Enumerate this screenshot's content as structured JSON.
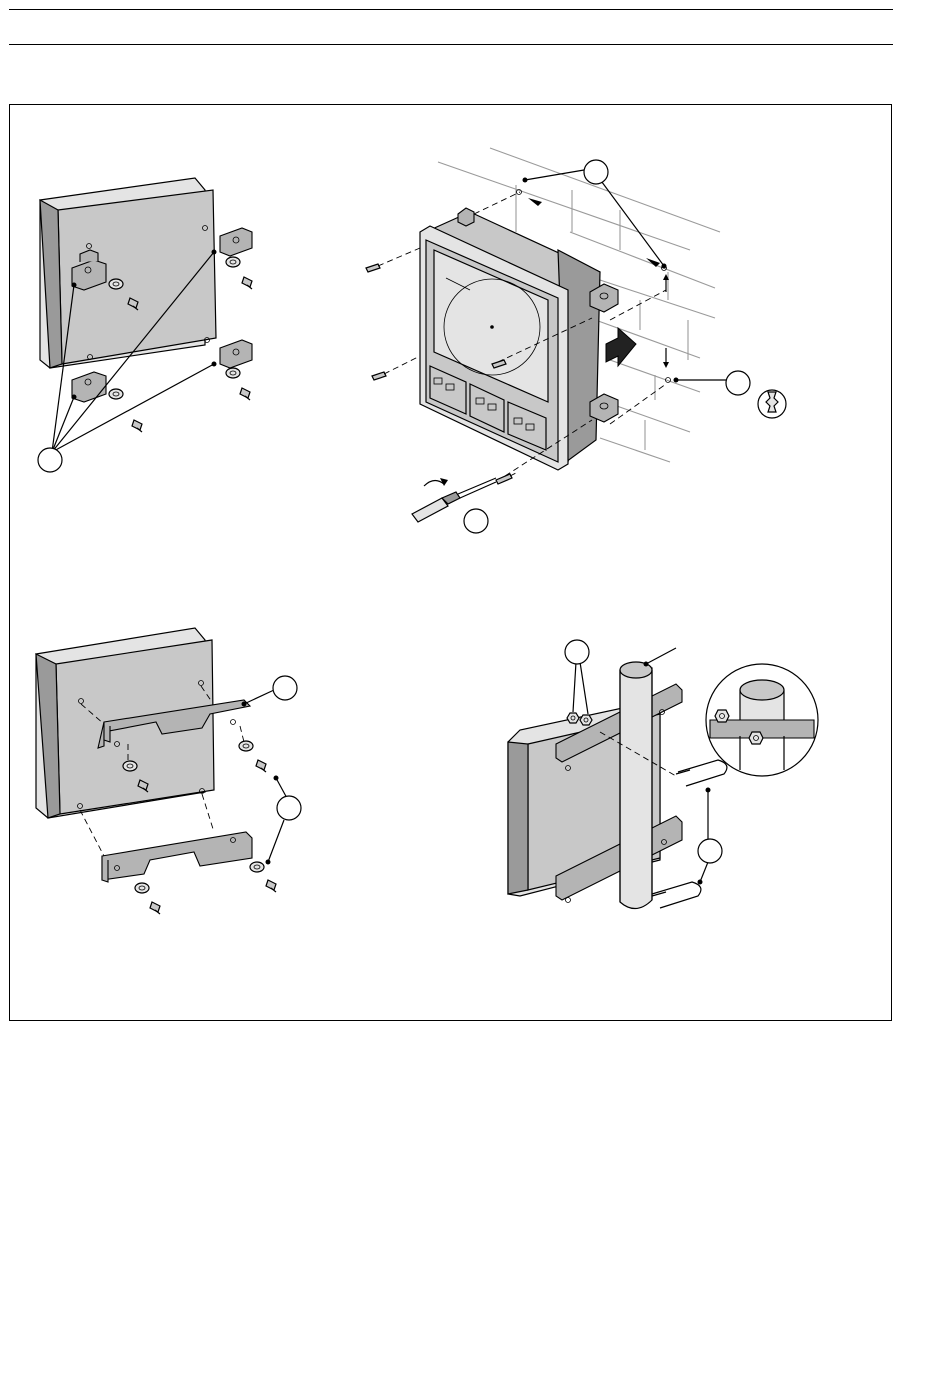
{
  "header": {
    "rules": 2
  },
  "figure": {
    "panels": [
      "panel-wall-brackets",
      "panel-wall-mount",
      "panel-pipe-brackets",
      "panel-pipe-mount"
    ],
    "icons": [
      "screwdriver-icon",
      "drill-bit-icon",
      "rotate-arrow-icon",
      "push-arrow-icon"
    ]
  }
}
